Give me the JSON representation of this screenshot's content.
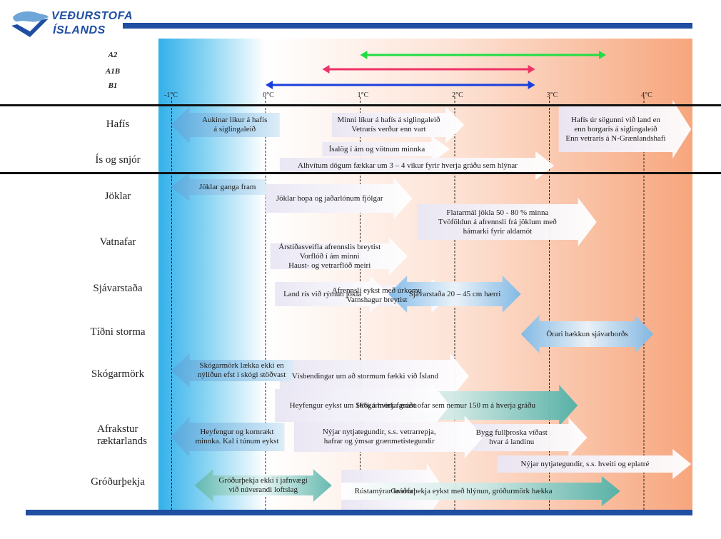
{
  "header": {
    "logo_line1": "VEÐURSTOFA",
    "logo_line2": "ÍSLANDS"
  },
  "colors": {
    "brand_blue": "#1f4ea3",
    "cold_blue": "#33b0ea",
    "warm_orange": "#f7a67d",
    "scenario_a2": "#22dd44",
    "scenario_a1b": "#ee3366",
    "scenario_b1": "#1a3fdc"
  },
  "scenarios": [
    {
      "label": "A2",
      "from_temp": 1.0,
      "to_temp": 3.6
    },
    {
      "label": "A1B",
      "from_temp": 0.6,
      "to_temp": 2.85
    },
    {
      "label": "B1",
      "from_temp": 0.0,
      "to_temp": 2.85
    }
  ],
  "temperature_axis": {
    "ticks": [
      "-1°C",
      "0°C",
      "1°C",
      "2°C",
      "3°C",
      "4°C"
    ],
    "values": [
      -1,
      0,
      1,
      2,
      3,
      4
    ]
  },
  "rows": [
    {
      "label": "Hafís"
    },
    {
      "label": "Ís og snjór"
    },
    {
      "label": "Jöklar"
    },
    {
      "label": "Vatnafar"
    },
    {
      "label": "Sjávarstaða"
    },
    {
      "label": "Tíðni storma"
    },
    {
      "label": "Skógarmörk"
    },
    {
      "label": "Afrakstur\nræktarlands"
    },
    {
      "label": "Gróðurþekja"
    }
  ],
  "impacts": [
    {
      "text": "Aukinar líkur á hafís\ná siglingaleið",
      "from_temp": -1.0,
      "to_temp": 0.15,
      "dir": "left",
      "fill": "cold",
      "row": 0
    },
    {
      "text": "Minni líkur á hafís á siglingaleið\nVetrarís verður enn vart",
      "from_temp": 0.7,
      "to_temp": 2.1,
      "dir": "right",
      "fill": "light",
      "row": 0
    },
    {
      "text": "Hafís úr sögunni við land en\nenn borgarís á siglingaleið\nEnn vetrarís á N-Grænlandshafi",
      "from_temp": 3.1,
      "to_temp": 4.5,
      "dir": "right",
      "fill": "light",
      "row": 0
    },
    {
      "text": "Ísalög í ám og vötnum minnka",
      "from_temp": 0.6,
      "to_temp": 1.95,
      "dir": "right",
      "fill": "light",
      "row": 1
    },
    {
      "text": "Alhvítum dögum fækkar um 3 – 4 vikur fyrir hverja gráðu sem hlýnar",
      "from_temp": 0.15,
      "to_temp": 3.05,
      "dir": "right",
      "fill": "light",
      "row": 1
    },
    {
      "text": "Jöklar ganga fram",
      "from_temp": -1.0,
      "to_temp": 0.0,
      "dir": "left",
      "fill": "cold",
      "row": 2
    },
    {
      "text": "Jöklar hopa og jaðarlónum fjölgar",
      "from_temp": 0.0,
      "to_temp": 1.55,
      "dir": "right",
      "fill": "light",
      "row": 2
    },
    {
      "text": "Flatarmál jökla 50 - 80 % minna\nTvöföldun á afrennsli frá jöklum með\nhámarki fyrir aldamót",
      "from_temp": 1.6,
      "to_temp": 3.5,
      "dir": "right",
      "fill": "light",
      "row": 2
    },
    {
      "text": "Árstíðasveifla afrennslis breytist\nVorflóð í ám minni\nHaust- og vetrarflóð meiri",
      "from_temp": 0.05,
      "to_temp": 1.5,
      "dir": "right",
      "fill": "light",
      "row": 3
    },
    {
      "text": "Afrennsli eykst með úrkomu\nVatnshagur breytist",
      "from_temp": 0.6,
      "to_temp": 1.95,
      "dir": "right",
      "fill": "light",
      "row": 3
    },
    {
      "text": "Land rís við rýmun jökla",
      "from_temp": 0.1,
      "to_temp": 1.3,
      "dir": "right",
      "fill": "light",
      "row": 4
    },
    {
      "text": "Sjávarstaða 20 – 45 cm hærri",
      "from_temp": 1.3,
      "to_temp": 2.7,
      "dir": "both",
      "fill": "cold",
      "row": 4
    },
    {
      "text": "Örari hækkun sjávarborðs",
      "from_temp": 2.7,
      "to_temp": 4.1,
      "dir": "both",
      "fill": "cold",
      "row": 4
    },
    {
      "text": "Vísbendingar um að stormum fækki við Ísland",
      "from_temp": 0.15,
      "to_temp": 2.15,
      "dir": "right",
      "fill": "light",
      "row": 5
    },
    {
      "text": "Skógarmörk lækka ekki en\nnýliðun efst í skógi stöðvast",
      "from_temp": -1.0,
      "to_temp": 0.3,
      "dir": "left",
      "fill": "cold",
      "row": 6
    },
    {
      "text": "Skógarmörk færast ofar sem nemur 150 m á hverja gráðu",
      "from_temp": 0.7,
      "to_temp": 3.3,
      "dir": "right",
      "fill": "teal",
      "row": 6
    },
    {
      "text": "Heyfengur eykst um 16% á hverja gráðu",
      "from_temp": 0.1,
      "to_temp": 1.95,
      "dir": "right",
      "fill": "light",
      "row": 7
    },
    {
      "text": "Bygg fullþroska víðast\nhvar á landinu",
      "from_temp": 2.0,
      "to_temp": 3.4,
      "dir": "right",
      "fill": "light",
      "row": 7
    },
    {
      "text": "Heyfengur og kornrækt\nminnka. Kal í túnum eykst",
      "from_temp": -1.0,
      "to_temp": 0.2,
      "dir": "left",
      "fill": "cold",
      "row": 8
    },
    {
      "text": "Nýjar nytjategundir, s.s. vetrarrepja,\nhafrar og ýmsar grænmetistegundir",
      "from_temp": 0.3,
      "to_temp": 2.3,
      "dir": "right",
      "fill": "light",
      "row": 8
    },
    {
      "text": "Nýjar nytjategundir, s.s. hveiti og eplatré",
      "from_temp": 2.45,
      "to_temp": 4.5,
      "dir": "right",
      "fill": "light",
      "row": 8
    },
    {
      "text": "Rústamýrar hverfa",
      "from_temp": 0.8,
      "to_temp": 1.9,
      "dir": "right",
      "fill": "light",
      "row": 9
    },
    {
      "text": "Gróðurþekja ekki í jafnvægi\nvið núverandi loftslag",
      "from_temp": -0.75,
      "to_temp": 0.7,
      "dir": "both",
      "fill": "teal",
      "row": 10
    },
    {
      "text": "Gróðurþekja eykst með hlýnun, gróðurmörk hækka",
      "from_temp": 0.8,
      "to_temp": 3.75,
      "dir": "right",
      "fill": "teal",
      "row": 11
    }
  ]
}
